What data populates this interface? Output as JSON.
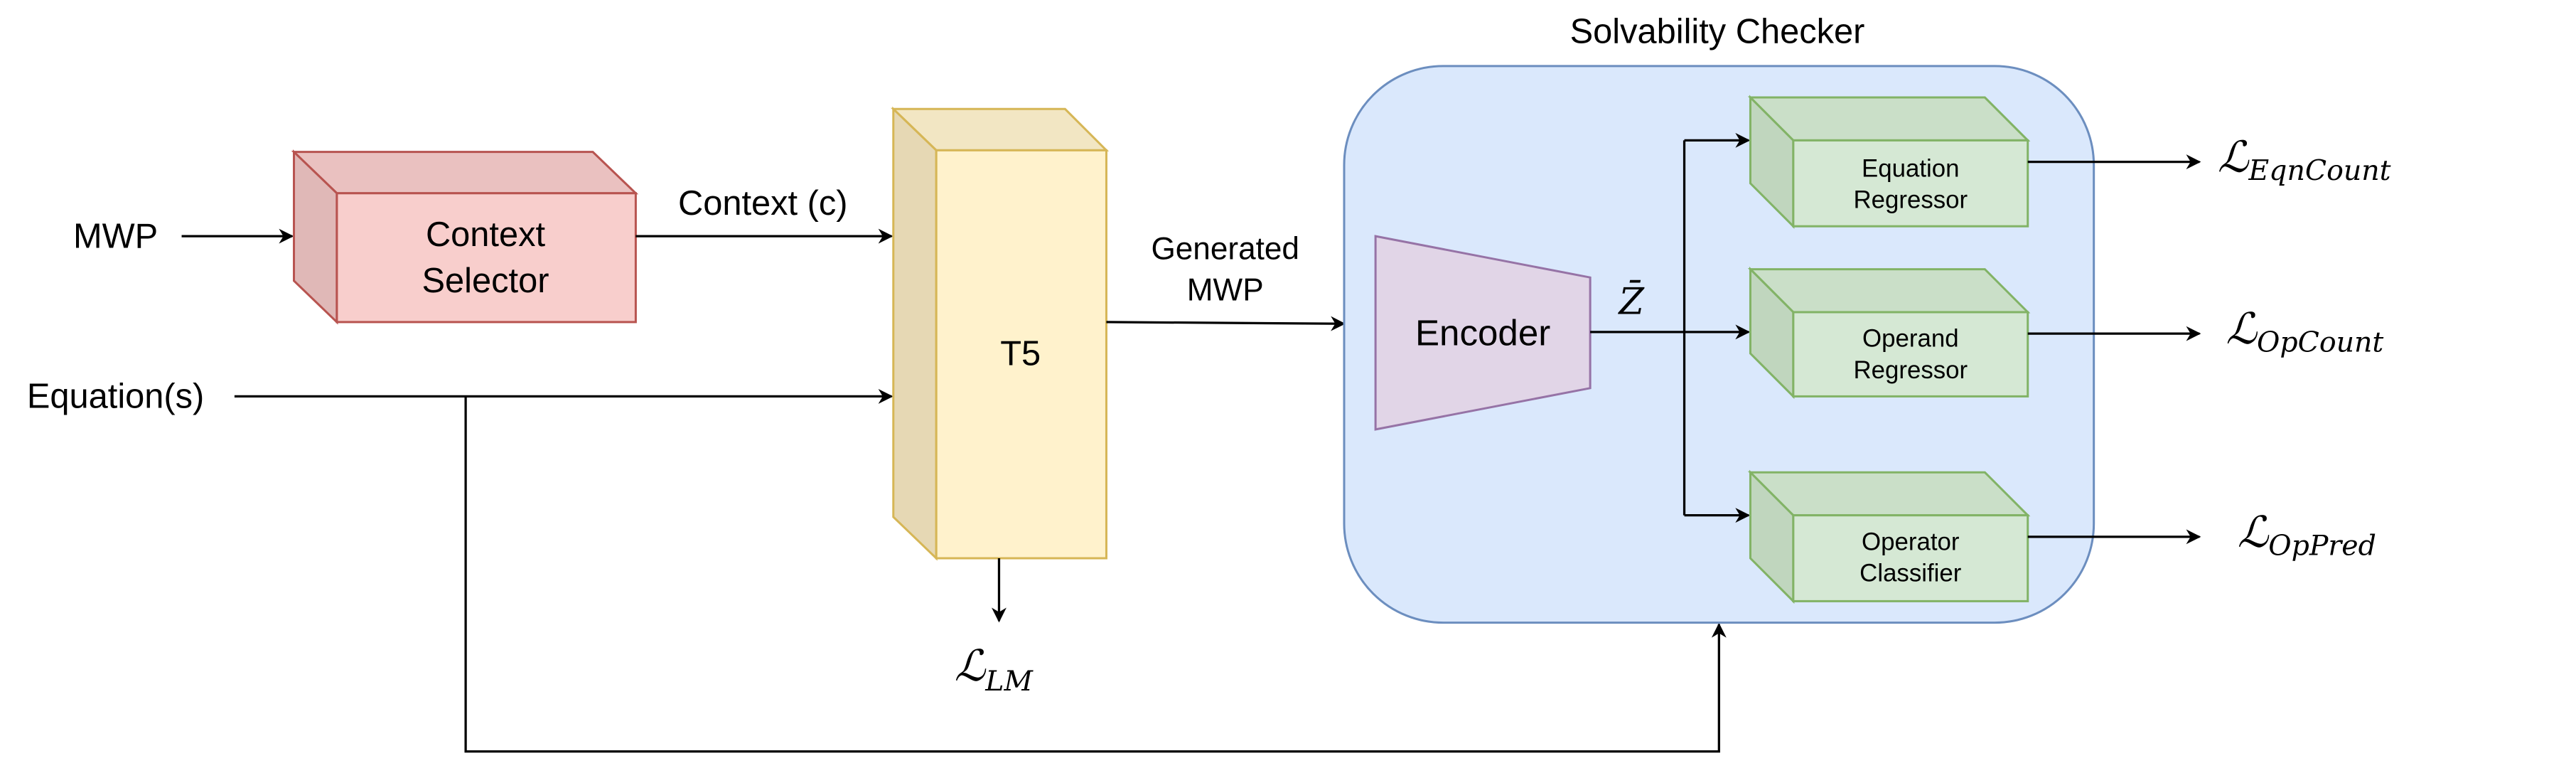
{
  "colors": {
    "context_selector_fill": "#f8cecc",
    "context_selector_stroke": "#b85450",
    "t5_fill": "#fff2cc",
    "t5_stroke": "#d6b656",
    "checker_fill": "#dae8fc",
    "checker_stroke": "#6c8ebf",
    "encoder_fill": "#e1d5e7",
    "encoder_stroke": "#9673a6",
    "head_fill": "#d5e8d4",
    "head_stroke": "#82b366"
  },
  "inputs": {
    "mwp": "MWP",
    "equations": "Equation(s)"
  },
  "context_selector": {
    "line1": "Context",
    "line2": "Selector"
  },
  "context_edge_label": "Context (c)",
  "t5": {
    "label": "T5"
  },
  "generated_edge_label": {
    "line1": "Generated",
    "line2": "MWP"
  },
  "lm_loss": {
    "symbol": "ℒ",
    "subscript": "LM"
  },
  "solvability_checker": {
    "title": "Solvability Checker",
    "encoder": "Encoder",
    "latent": "Z̄",
    "heads": [
      {
        "line1": "Equation",
        "line2": "Regressor",
        "loss_symbol": "ℒ",
        "loss_subscript": "EqnCount"
      },
      {
        "line1": "Operand",
        "line2": "Regressor",
        "loss_symbol": "ℒ",
        "loss_subscript": "OpCount"
      },
      {
        "line1": "Operator",
        "line2": "Classifier",
        "loss_symbol": "ℒ",
        "loss_subscript": "OpPred"
      }
    ]
  }
}
